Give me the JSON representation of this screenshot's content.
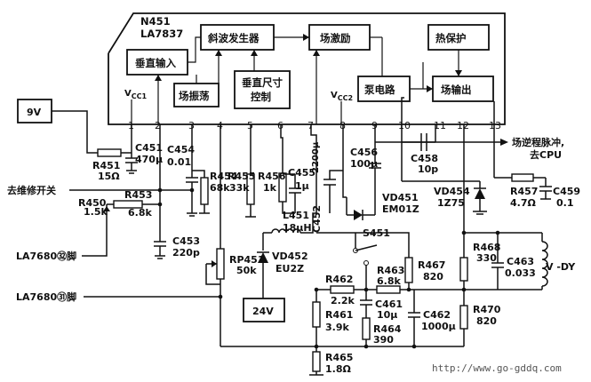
{
  "ic": {
    "name": "N451",
    "model": "LA7837"
  },
  "blocks": {
    "vertical_input": "垂直输入",
    "ramp_generator": "斜波发生器",
    "field_drive": "场激励",
    "thermal_protect": "热保护",
    "field_oscillator": "场振荡",
    "vertical_size": "垂直尺寸\n控制",
    "pump_circuit": "泵电路",
    "field_output": "场输出"
  },
  "vcc1": "VCC1",
  "vcc2": "VCC2",
  "pins": [
    "1",
    "2",
    "3",
    "4",
    "5",
    "6",
    "7",
    "8",
    "9",
    "10",
    "11",
    "12",
    "13"
  ],
  "supplies": {
    "v9": "9V",
    "v24": "24V"
  },
  "external_labels": {
    "service_switch": "去维修开关",
    "la7680_32": "LA7680㉜脚",
    "la7680_31": "LA7680㉛脚",
    "flyback_pulse": "场逆程脉冲,\n去CPU",
    "yoke": "V -DY"
  },
  "components": {
    "R451": {
      "ref": "R451",
      "value": "15Ω"
    },
    "C451": {
      "ref": "C451",
      "value": "470μ"
    },
    "R450": {
      "ref": "R450",
      "value": "1.5k"
    },
    "R453": {
      "ref": "R453",
      "value": "6.8k"
    },
    "C453": {
      "ref": "C453",
      "value": "220p"
    },
    "C454": {
      "ref": "C454",
      "value": "0.01"
    },
    "R454": {
      "ref": "R454",
      "value": "68k"
    },
    "R455": {
      "ref": "R455",
      "value": "33k"
    },
    "R456": {
      "ref": "R456",
      "value": "1k"
    },
    "C455": {
      "ref": "C455",
      "value": "1μ"
    },
    "C452": {
      "ref": "C452",
      "value": "2200μ"
    },
    "C456": {
      "ref": "C456",
      "value": "100μ"
    },
    "C458": {
      "ref": "C458",
      "value": "10p"
    },
    "VD451": {
      "ref": "VD451",
      "value": "EM01Z"
    },
    "VD454": {
      "ref": "VD454",
      "value": "1Z75"
    },
    "R457": {
      "ref": "R457",
      "value": "4.7Ω"
    },
    "C459": {
      "ref": "C459",
      "value": "0.1"
    },
    "L451": {
      "ref": "L451",
      "value": "18μH"
    },
    "S451": {
      "ref": "S451"
    },
    "VD452": {
      "ref": "VD452",
      "value": "EU2Z"
    },
    "RP451": {
      "ref": "RP451",
      "value": "50k"
    },
    "R462": {
      "ref": "R462",
      "value": "2.2k"
    },
    "R463": {
      "ref": "R463",
      "value": "6.8k"
    },
    "R467": {
      "ref": "R467",
      "value": "820"
    },
    "C461": {
      "ref": "C461",
      "value": "10μ"
    },
    "C462": {
      "ref": "C462",
      "value": "1000μ"
    },
    "R461": {
      "ref": "R461",
      "value": "3.9k"
    },
    "R464": {
      "ref": "R464",
      "value": "390"
    },
    "R465": {
      "ref": "R465",
      "value": "1.8Ω"
    },
    "R468": {
      "ref": "R468",
      "value": "330"
    },
    "C463": {
      "ref": "C463",
      "value": "0.033"
    },
    "R470": {
      "ref": "R470",
      "value": "820"
    }
  },
  "watermark": "http://www.go-gddq.com"
}
